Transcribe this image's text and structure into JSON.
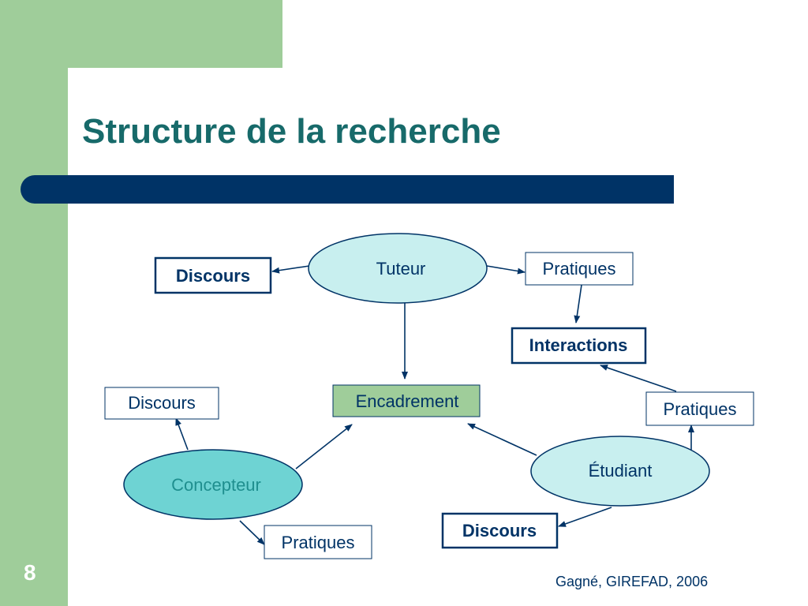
{
  "slide": {
    "title": "Structure de la recherche",
    "page_number": "8",
    "credit": "Gagné, GIREFAD, 2006"
  },
  "diagram": {
    "nodes": {
      "tuteur": "Tuteur",
      "encadrement": "Encadrement",
      "concepteur": "Concepteur",
      "etudiant": "Étudiant",
      "discours_tuteur": "Discours",
      "pratiques_tuteur": "Pratiques",
      "interactions": "Interactions",
      "discours_concepteur": "Discours",
      "pratiques_concepteur": "Pratiques",
      "pratiques_etudiant": "Pratiques",
      "discours_etudiant": "Discours"
    }
  },
  "colors": {
    "background_green": "#9fcd9a",
    "title": "#176a6a",
    "bar": "#003366",
    "node_text": "#003366",
    "ellipse_light": "#c8efef",
    "ellipse_concepteur": "#6ed3d3",
    "encadrement_fill": "#9fcd9a",
    "page_number": "#ffffff"
  }
}
